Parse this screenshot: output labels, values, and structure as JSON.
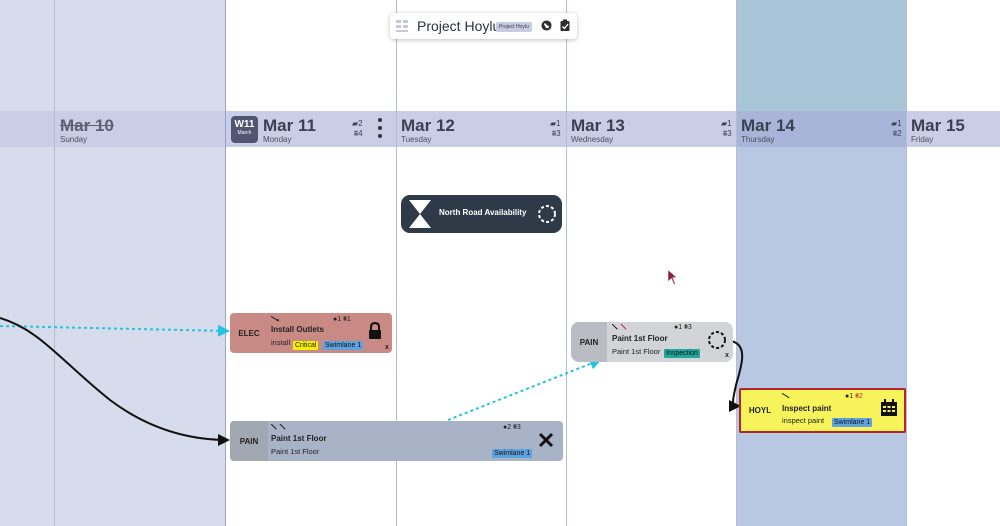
{
  "board": {
    "title": "Project Hoylu",
    "tag": "Project Hoylu"
  },
  "colors": {
    "past_region": "#d7dcec",
    "today_column": "#b8c8e2",
    "today_header": "#a8c6d8",
    "header_band": "#c9cde6",
    "connector_cyan": "#22c4e0",
    "connector_black": "#111111"
  },
  "week_badge": {
    "week": "W11",
    "month": "March"
  },
  "days": [
    {
      "date": "Mar 10",
      "weekday": "Sunday",
      "struck": true,
      "count_a": "",
      "count_b": ""
    },
    {
      "date": "Mar 11",
      "weekday": "Monday",
      "struck": false,
      "count_a": "2",
      "count_b": "4"
    },
    {
      "date": "Mar 12",
      "weekday": "Tuesday",
      "struck": false,
      "count_a": "1",
      "count_b": "3"
    },
    {
      "date": "Mar 13",
      "weekday": "Wednesday",
      "struck": false,
      "count_a": "1",
      "count_b": "3"
    },
    {
      "date": "Mar 14",
      "weekday": "Thursday",
      "struck": false,
      "count_a": "1",
      "count_b": "2"
    },
    {
      "date": "Mar 15",
      "weekday": "Friday",
      "struck": false,
      "count_a": "",
      "count_b": ""
    }
  ],
  "milestone": {
    "name": "North Road Availability",
    "icon": "hourglass-icon",
    "status_icon": "dashed-circle-icon"
  },
  "tasks": {
    "install_outlets": {
      "code": "ELEC",
      "name": "Install Outlets",
      "description": "install",
      "count_a": "1",
      "count_b": "1",
      "tags": [
        "Critical",
        "Swimlane 1"
      ],
      "status_icon": "lock-icon",
      "color": "#c98a86"
    },
    "paint_long": {
      "code": "PAIN",
      "name": "Paint 1st Floor",
      "description": "Paint 1st Floor",
      "count_a": "2",
      "count_b": "3",
      "tags": [
        "Swimlane 1"
      ],
      "status_icon": "cross-icon",
      "color": "#a9b3c8"
    },
    "paint_mar13": {
      "code": "PAIN",
      "name": "Paint 1st Floor",
      "description": "Paint 1st Floor",
      "count_a": "1",
      "count_b": "3",
      "tags": [
        "Inspection"
      ],
      "status_icon": "dashed-circle-icon",
      "color": "#d2d4d8"
    },
    "inspect_paint": {
      "code": "HOYL",
      "name": "Inspect paint",
      "description": "inspect paint",
      "count_a": "1",
      "count_b": "2",
      "tags": [
        "Swimlane 1"
      ],
      "status_icon": "calendar-icon",
      "color": "#f6f45a"
    }
  }
}
